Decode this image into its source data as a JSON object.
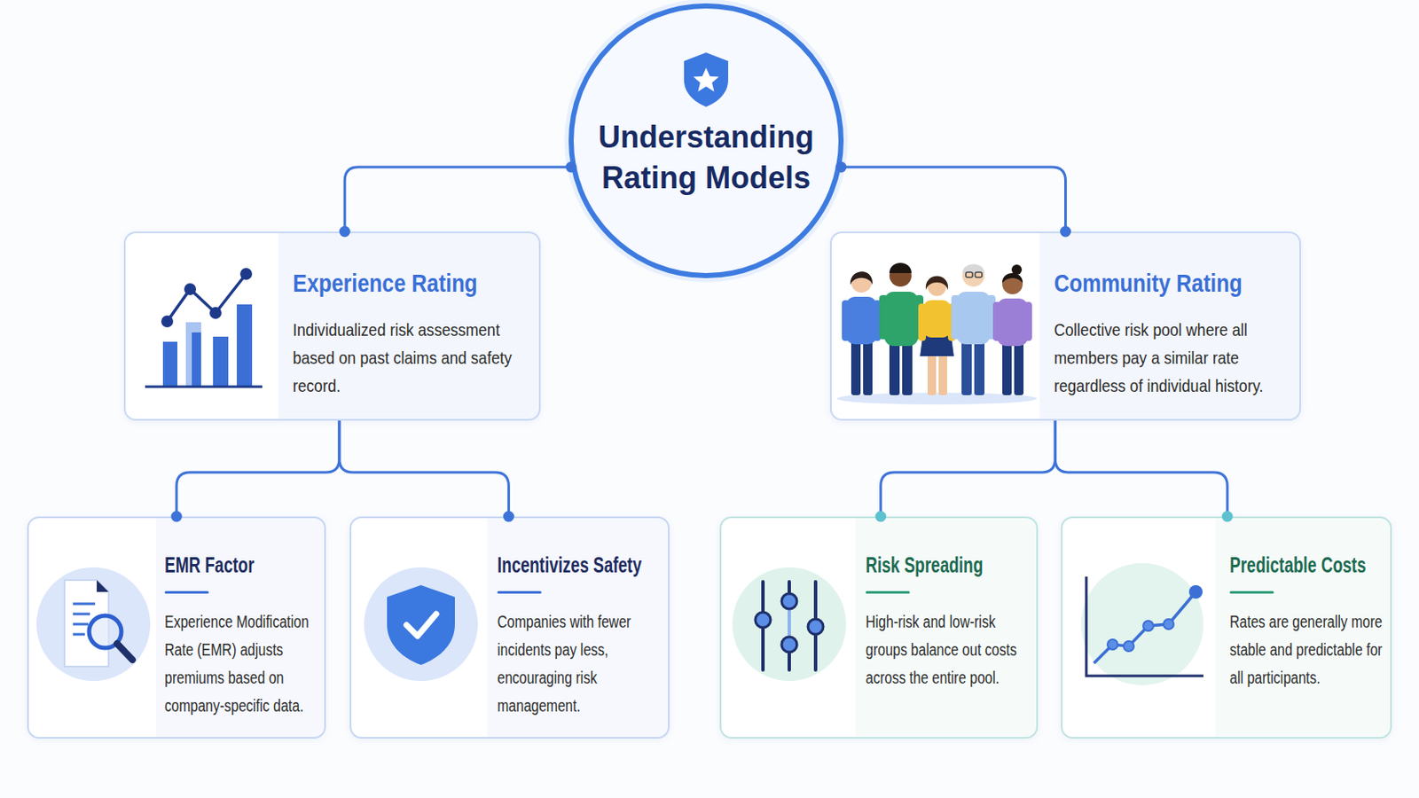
{
  "diagram": {
    "nodes": [
      {
        "text": [
          "Understanding Rating Models"
        ]
      },
      {
        "text": [
          "Experience Rating",
          "Individualized risk assessment based on past claims and safety record."
        ]
      },
      {
        "text": [
          "Community Rating",
          "Collective risk pool where all members pay a similar rate regardless of individual history."
        ]
      },
      {
        "text": [
          "EMR Factor",
          "Experience Modification Rate (EMR) adjusts premiums based on company-specific data."
        ]
      },
      {
        "text": [
          "Incentivizes Safety",
          "Companies with fewer incidents pay less, encouraging risk management."
        ]
      },
      {
        "text": [
          "Risk Spreading",
          "High-risk and low-risk groups balance out costs across the entire pool."
        ]
      },
      {
        "text": [
          "Predictable Costs",
          "Rates are generally more stable and predictable for all participants."
        ]
      }
    ],
    "edges": [
      {
        "from": 0,
        "to": 1,
        "arrow": "none"
      },
      {
        "from": 0,
        "to": 2,
        "arrow": "none"
      },
      {
        "from": 1,
        "to": 3,
        "arrow": "none"
      },
      {
        "from": 1,
        "to": 4,
        "arrow": "none"
      },
      {
        "from": 2,
        "to": 5,
        "arrow": "none"
      },
      {
        "from": 2,
        "to": 6,
        "arrow": "none"
      }
    ]
  }
}
